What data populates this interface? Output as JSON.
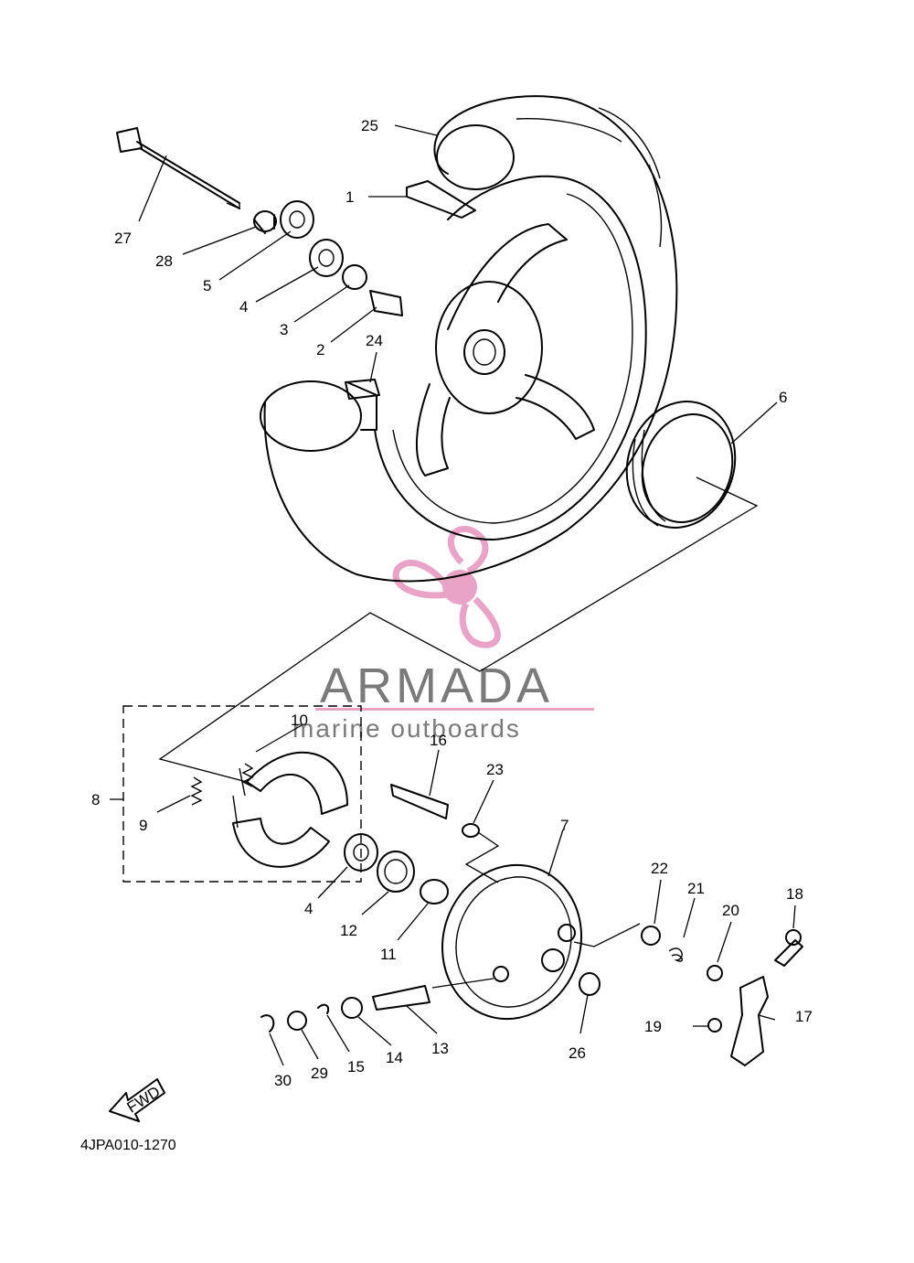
{
  "diagram_code": "4JPA010-1270",
  "fwd_label": "FWD",
  "watermark": {
    "title": "ARMADA",
    "subtitle": "marine outboards",
    "accent_color": "#e8a3c6",
    "text_color": "#7a7a7a"
  },
  "callouts": {
    "p1": "1",
    "p2": "2",
    "p3": "3",
    "p4a": "4",
    "p4b": "4",
    "p5": "5",
    "p6": "6",
    "p7": "7",
    "p8": "8",
    "p9": "9",
    "p10": "10",
    "p11": "11",
    "p12": "12",
    "p13": "13",
    "p14": "14",
    "p15": "15",
    "p16": "16",
    "p17": "17",
    "p18": "18",
    "p19": "19",
    "p20": "20",
    "p21": "21",
    "p22": "22",
    "p23": "23",
    "p24": "24",
    "p25": "25",
    "p26": "26",
    "p27": "27",
    "p28": "28",
    "p29": "29",
    "p30": "30"
  }
}
